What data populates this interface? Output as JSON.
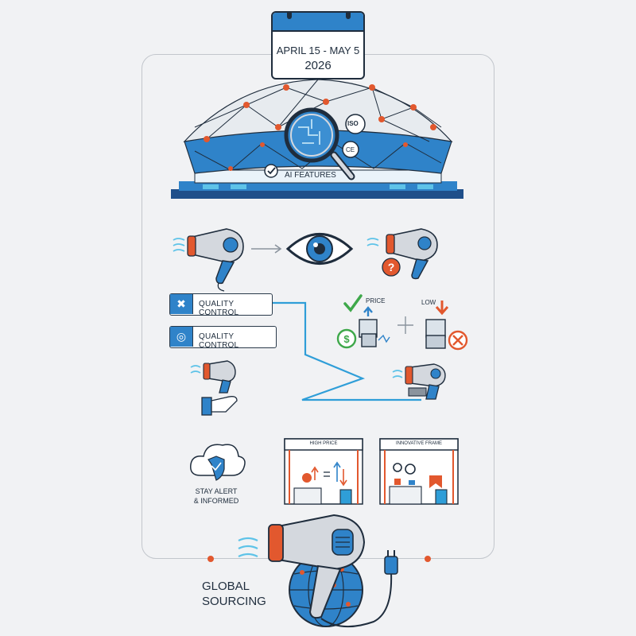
{
  "calendar": {
    "date_range": "APRIL 15 - MAY 5",
    "year": "2026"
  },
  "venue": {
    "ai_label": "AI FEATURES",
    "iso_badge": "ISO",
    "ce_badge": "CE"
  },
  "quality_controls": [
    {
      "label": "QUALITY CONTROL",
      "icon": "tools-icon"
    },
    {
      "label": "QUALITY CONTROL",
      "icon": "target-icon"
    }
  ],
  "price_compare": {
    "price_label": "PRICE",
    "low_label": "LOW"
  },
  "alert": {
    "line1": "STAY ALERT",
    "line2": "& INFORMED"
  },
  "booths": {
    "high_price": "HIGH PRICE",
    "innovative": "INNOVATIVE FRAME"
  },
  "global": {
    "line1": "GLOBAL",
    "line2": "SOURCING"
  },
  "colors": {
    "primary": "#2f83c9",
    "dark": "#1f2d3d",
    "accent": "#e2582e",
    "green": "#3ea84a",
    "light_blue": "#5ec3e8"
  }
}
